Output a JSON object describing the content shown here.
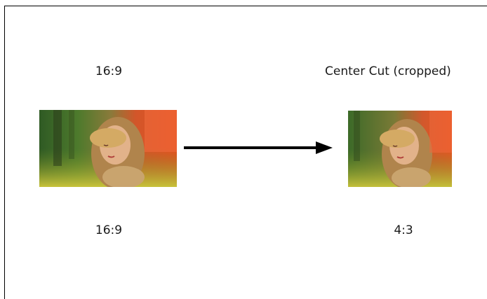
{
  "source": {
    "label_top": "16:9",
    "label_bottom": "16:9"
  },
  "result": {
    "label_top": "Center Cut (cropped)",
    "label_bottom": "4:3"
  }
}
